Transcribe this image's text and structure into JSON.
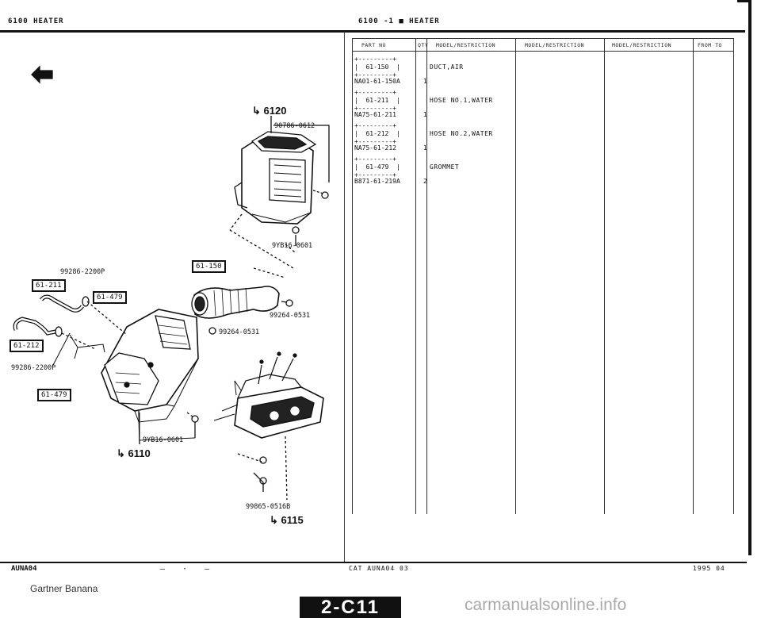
{
  "header": {
    "left": "6100    HEATER",
    "center": "6100  -1 ■  HEATER"
  },
  "table": {
    "columns": [
      "PART NO",
      "QTY",
      "MODEL/RESTRICTION",
      "MODEL/RESTRICTION",
      "MODEL/RESTRICTION",
      "FROM  TO"
    ],
    "rows": [
      {
        "key": "61-150",
        "part_no": "NA01-61-150A",
        "qty": "1",
        "desc": "DUCT,AIR"
      },
      {
        "key": "61-211",
        "part_no": "NA75-61-211",
        "qty": "1",
        "desc": "HOSE NO.1,WATER"
      },
      {
        "key": "61-212",
        "part_no": "NA75-61-212",
        "qty": "1",
        "desc": "HOSE NO.2,WATER"
      },
      {
        "key": "61-479",
        "part_no": "B871-61-219A",
        "qty": "2",
        "desc": "GROMMET"
      }
    ]
  },
  "diagram": {
    "refs": {
      "r6120": "↳ 6120",
      "r6110": "↳ 6110",
      "r6115": "↳ 6115"
    },
    "labels": {
      "l1": "90786-0612",
      "l2": "9YB16-0601",
      "l3": "99286-2200P",
      "l4": "99264-0531",
      "l5": "99264-0531",
      "l6": "99286-2200P",
      "l7": "9YB16-0601",
      "l8": "99865-0516B"
    },
    "boxes": {
      "b1": "61-150",
      "b2": "61-211",
      "b3": "61-479",
      "b4": "61-212",
      "b5": "61-479"
    }
  },
  "footer": {
    "left": "AUNA04",
    "dashes": "— · —",
    "cat": "CAT  AUNA04  03",
    "date": "1995  04",
    "credit": "Gartner Banana",
    "page": "2-C11",
    "watermark": "carmanualsonline.info"
  }
}
